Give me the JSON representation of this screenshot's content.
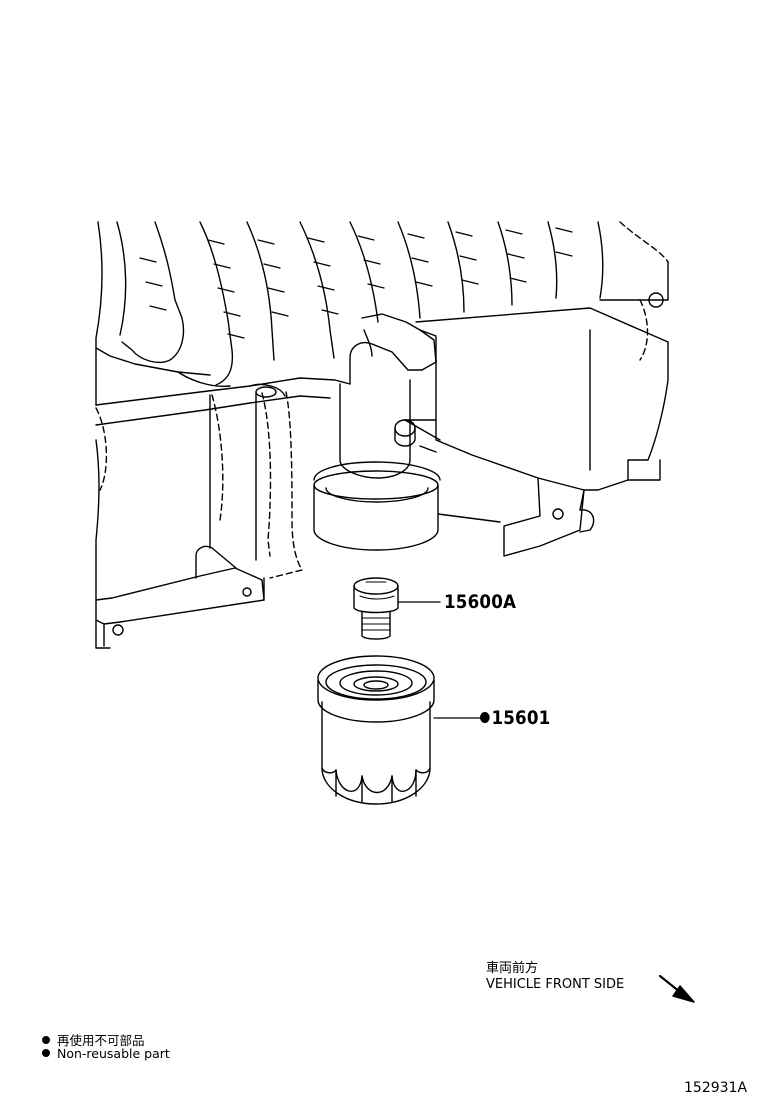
{
  "parts": {
    "bolt": {
      "number": "15600A",
      "reusable": true
    },
    "filter": {
      "number": "15601",
      "reusable": false
    }
  },
  "front_direction": {
    "label_jp": "車両前方",
    "label_en": "VEHICLE FRONT SIDE"
  },
  "legend": {
    "items": [
      {
        "text": "再使用不可部品"
      },
      {
        "text": "Non-reusable part"
      }
    ]
  },
  "figure_number": "152931A"
}
